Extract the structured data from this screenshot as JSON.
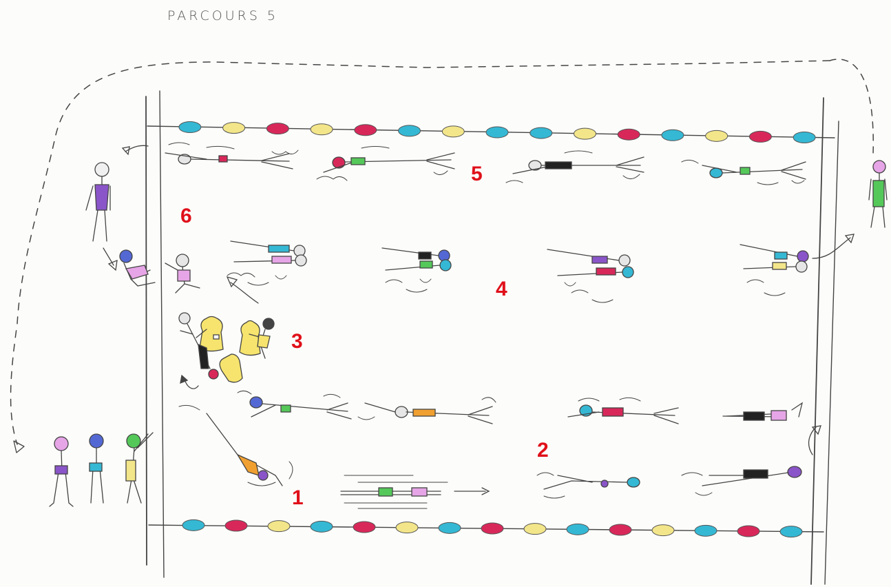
{
  "title": "PARCOURS 5",
  "station_numbers": [
    "1",
    "2",
    "3",
    "4",
    "5",
    "6"
  ],
  "colors": {
    "number_red": "#e0101a",
    "buoy_cyan": "#35b8d4",
    "buoy_yellow": "#f3e68a",
    "buoy_magenta": "#d8285a",
    "swimsuit_purple": "#8a55c8",
    "swimsuit_green": "#55c85a",
    "swimsuit_orange": "#f0a030",
    "float_yellow": "#f6e46e",
    "ink": "#444444"
  },
  "top_buoys": [
    "cyan",
    "yellow",
    "magenta",
    "yellow",
    "magenta",
    "cyan",
    "yellow",
    "cyan",
    "cyan",
    "yellow",
    "magenta",
    "cyan",
    "yellow",
    "magenta",
    "cyan"
  ],
  "bottom_buoys": [
    "cyan",
    "magenta",
    "yellow",
    "cyan",
    "magenta",
    "yellow",
    "cyan",
    "magenta",
    "yellow",
    "cyan",
    "magenta",
    "yellow",
    "cyan",
    "magenta",
    "cyan"
  ]
}
